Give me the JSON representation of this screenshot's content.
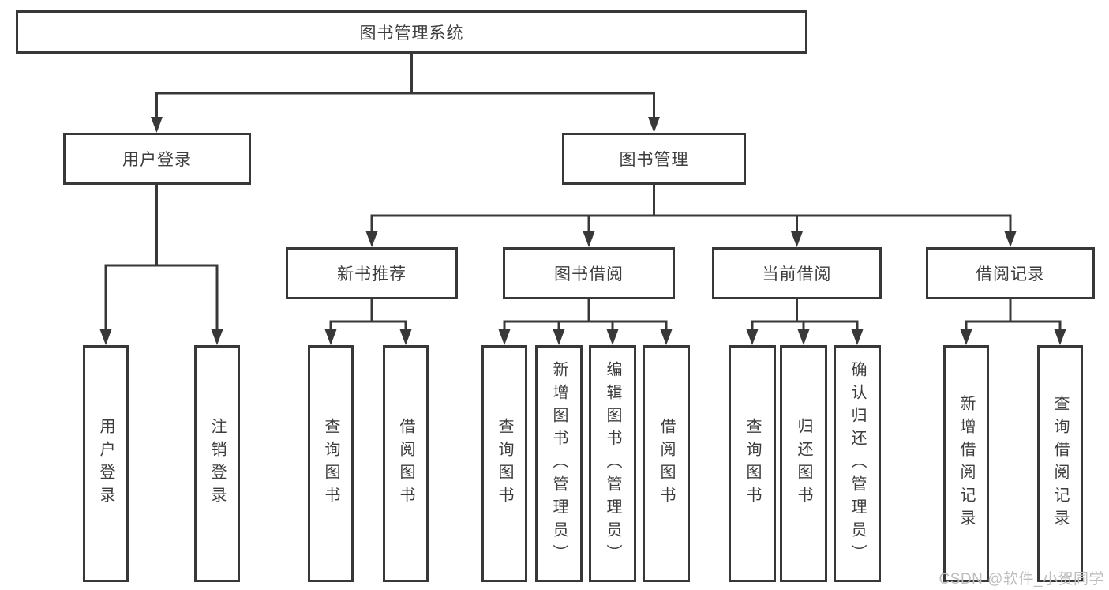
{
  "diagram": {
    "title": "图书管理系统",
    "root": {
      "label": "图书管理系统"
    },
    "level2": {
      "user_login": {
        "label": "用户登录"
      },
      "book_mgmt": {
        "label": "图书管理"
      }
    },
    "level3": {
      "new_books": {
        "label": "新书推荐"
      },
      "borrowing": {
        "label": "图书借阅"
      },
      "current": {
        "label": "当前借阅"
      },
      "records": {
        "label": "借阅记录"
      }
    },
    "leaves": {
      "user_login": {
        "label": "用户登录"
      },
      "logout": {
        "label": "注销登录"
      },
      "nb_query_books": {
        "label": "查询图书"
      },
      "nb_borrow_books": {
        "label": "借阅图书"
      },
      "bb_query_books": {
        "label": "查询图书"
      },
      "bb_add_books": {
        "label": "新增图书（管理员）"
      },
      "bb_edit_books": {
        "label": "编辑图书（管理员）"
      },
      "bb_borrow_books": {
        "label": "借阅图书"
      },
      "cb_query_books": {
        "label": "查询图书"
      },
      "cb_return_books": {
        "label": "归还图书"
      },
      "cb_confirm_return": {
        "label": "确认归还（管理员）"
      },
      "rec_add_record": {
        "label": "新增借阅记录"
      },
      "rec_query_record": {
        "label": "查询借阅记录"
      }
    }
  },
  "watermark": {
    "text": "CSDN @软件_小贺同学"
  },
  "colors": {
    "line": "#383838",
    "text": "#3d3d3d",
    "background": "#ffffff",
    "watermark": "#bdbdbd"
  }
}
